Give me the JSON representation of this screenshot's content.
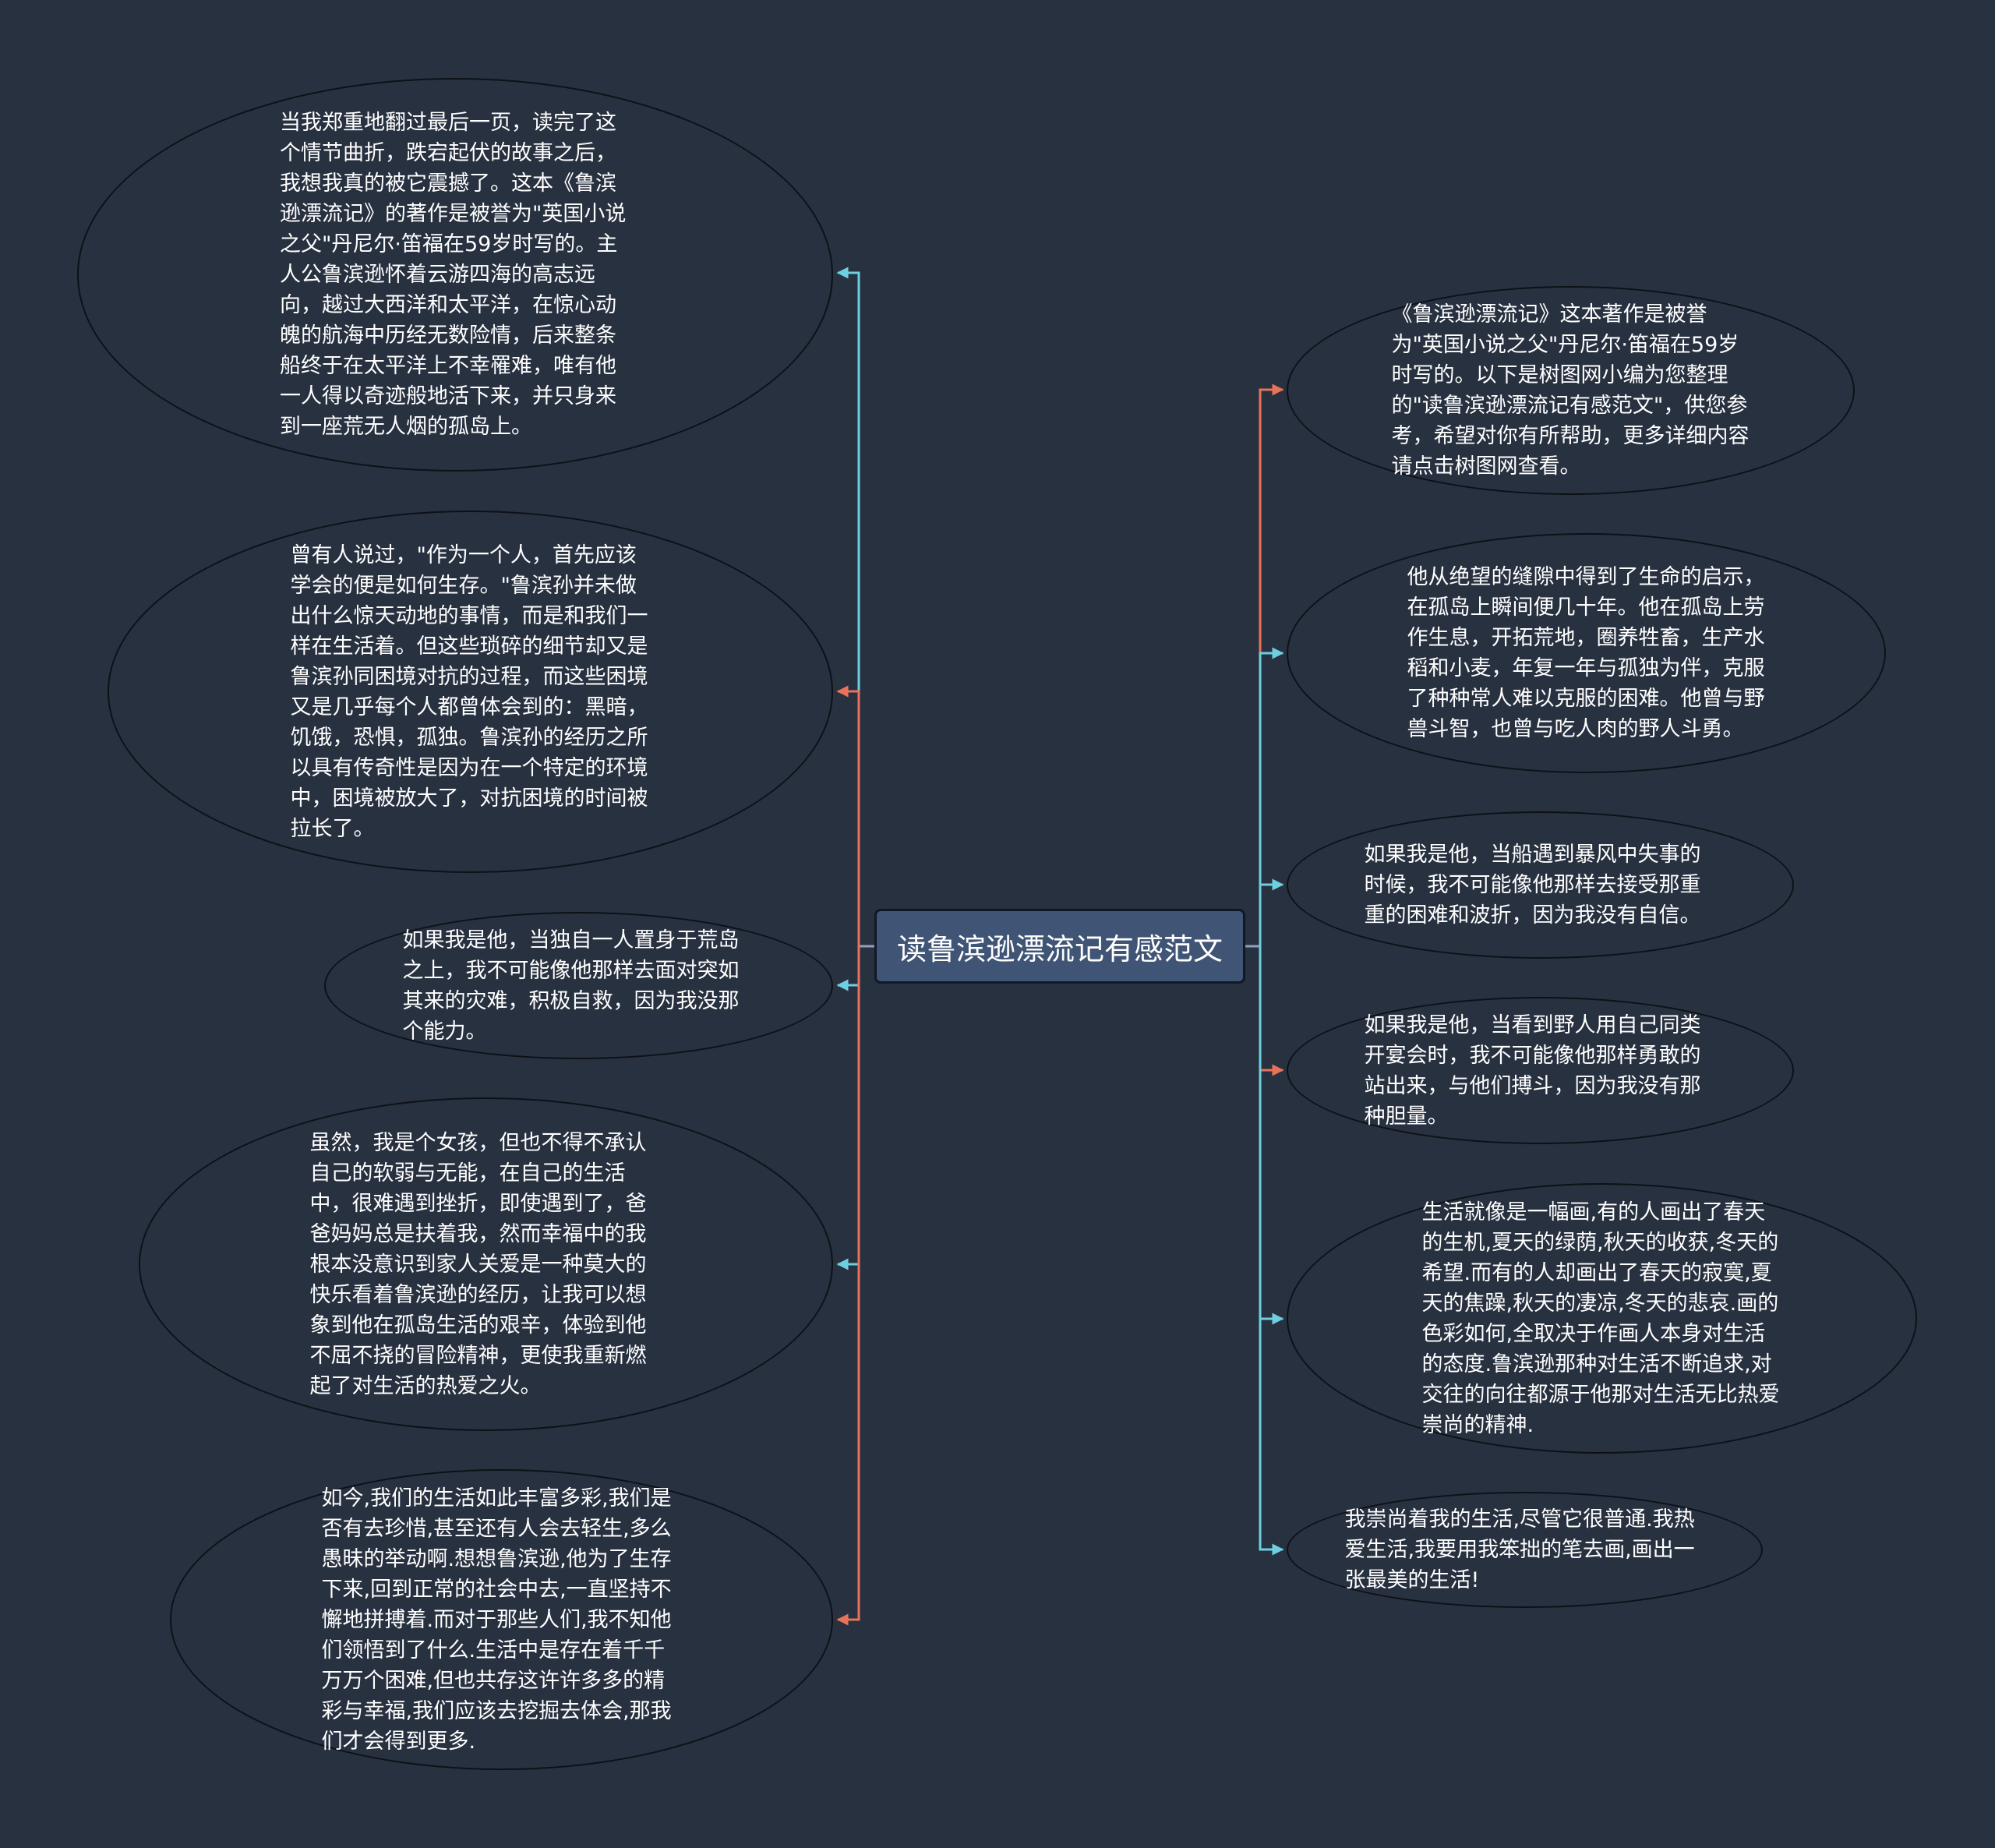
{
  "center": {
    "title": "读鲁滨逊漂流记有感范文"
  },
  "left_nodes": [
    {
      "text": "当我郑重地翻过最后一页，读完了这个情节曲折，跌宕起伏的故事之后，我想我真的被它震撼了。这本《鲁滨逊漂流记》的著作是被誉为\"英国小说之父\"丹尼尔·笛福在59岁时写的。主人公鲁滨逊怀着云游四海的高志远向，越过大西洋和太平洋，在惊心动魄的航海中历经无数险情，后来整条船终于在太平洋上不幸罹难，唯有他一人得以奇迹般地活下来，并只身来到一座荒无人烟的孤岛上。"
    },
    {
      "text": "曾有人说过，\"作为一个人，首先应该学会的便是如何生存。\"鲁滨孙并未做出什么惊天动地的事情，而是和我们一样在生活着。但这些琐碎的细节却又是鲁滨孙同困境对抗的过程，而这些困境又是几乎每个人都曾体会到的：黑暗，饥饿，恐惧，孤独。鲁滨孙的经历之所以具有传奇性是因为在一个特定的环境中，困境被放大了，对抗困境的时间被拉长了。"
    },
    {
      "text": "如果我是他，当独自一人置身于荒岛之上，我不可能像他那样去面对突如其来的灾难，积极自救，因为我没那个能力。"
    },
    {
      "text": "虽然，我是个女孩，但也不得不承认自己的软弱与无能，在自己的生活中，很难遇到挫折，即使遇到了，爸爸妈妈总是扶着我，然而幸福中的我根本没意识到家人关爱是一种莫大的快乐看着鲁滨逊的经历，让我可以想象到他在孤岛生活的艰辛，体验到他不屈不挠的冒险精神，更使我重新燃起了对生活的热爱之火。"
    },
    {
      "text": "如今,我们的生活如此丰富多彩,我们是否有去珍惜,甚至还有人会去轻生,多么愚昧的举动啊.想想鲁滨逊,他为了生存下来,回到正常的社会中去,一直坚持不懈地拼搏着.而对于那些人们,我不知他们领悟到了什么.生活中是存在着千千万万个困难,但也共存这许许多多的精彩与幸福,我们应该去挖掘去体会,那我们才会得到更多."
    }
  ],
  "right_nodes": [
    {
      "text": "《鲁滨逊漂流记》这本著作是被誉为\"英国小说之父\"丹尼尔·笛福在59岁时写的。以下是树图网小编为您整理的\"读鲁滨逊漂流记有感范文\"，供您参考，希望对你有所帮助，更多详细内容请点击树图网查看。"
    },
    {
      "text": "他从绝望的缝隙中得到了生命的启示，在孤岛上瞬间便几十年。他在孤岛上劳作生息，开拓荒地，圈养牲畜，生产水稻和小麦，年复一年与孤独为伴，克服了种种常人难以克服的困难。他曾与野兽斗智，也曾与吃人肉的野人斗勇。"
    },
    {
      "text": "如果我是他，当船遇到暴风中失事的时候，我不可能像他那样去接受那重重的困难和波折，因为我没有自信。"
    },
    {
      "text": "如果我是他，当看到野人用自己同类开宴会时，我不可能像他那样勇敢的站出来，与他们搏斗，因为我没有那种胆量。"
    },
    {
      "text": "生活就像是一幅画,有的人画出了春天的生机,夏天的绿荫,秋天的收获,冬天的希望.而有的人却画出了春天的寂寞,夏天的焦躁,秋天的凄凉,冬天的悲哀.画的色彩如何,全取决于作画人本身对生活的态度.鲁滨逊那种对生活不断追求,对交往的向往都源于他那对生活无比热爱崇尚的精神."
    },
    {
      "text": "我崇尚着我的生活,尽管它很普通.我热爱生活,我要用我笨拙的笔去画,画出一张最美的生活!"
    }
  ],
  "colors": {
    "background": "#283140",
    "center_fill": "#405575",
    "connector_cyan": "#6ecfe0",
    "connector_orange": "#e8735a",
    "node_border": "#0d1117",
    "text": "#ffffff"
  }
}
